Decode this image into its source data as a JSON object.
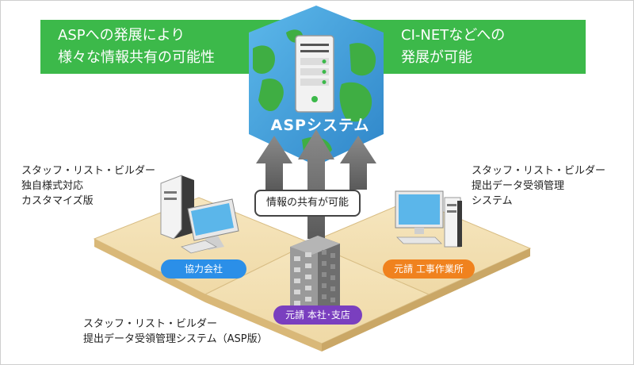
{
  "banner": {
    "left_line1": "ASPへの発展により",
    "left_line2": "様々な情報共有の可能性",
    "right_line1": "CI-NETなどへの",
    "right_line2": "発展が可能",
    "color": "#3cb94a"
  },
  "system_label": "ASPシステム",
  "info_sharing": "情報の共有が可能",
  "left_note": [
    "スタッフ・リスト・ビルダー",
    "独自様式対応",
    "カスタマイズ版"
  ],
  "right_note": [
    "スタッフ・リスト・ビルダー",
    "提出データ受領管理",
    "システム"
  ],
  "bottom_note": [
    "スタッフ・リスト・ビルダー",
    "提出データ受領管理システム（ASP版）"
  ],
  "badges": {
    "partner": {
      "label": "協力会社",
      "color": "#2b8fe8"
    },
    "contractor_site": {
      "label": "元請 工事作業所",
      "color": "#f0821e"
    },
    "contractor_hq": {
      "label": "元請 本社･支店",
      "color": "#7a3fbf"
    }
  },
  "icons": [
    "server-icon",
    "globe-icon",
    "desktop-computer-icon",
    "office-building-icon",
    "up-arrow-icon"
  ]
}
